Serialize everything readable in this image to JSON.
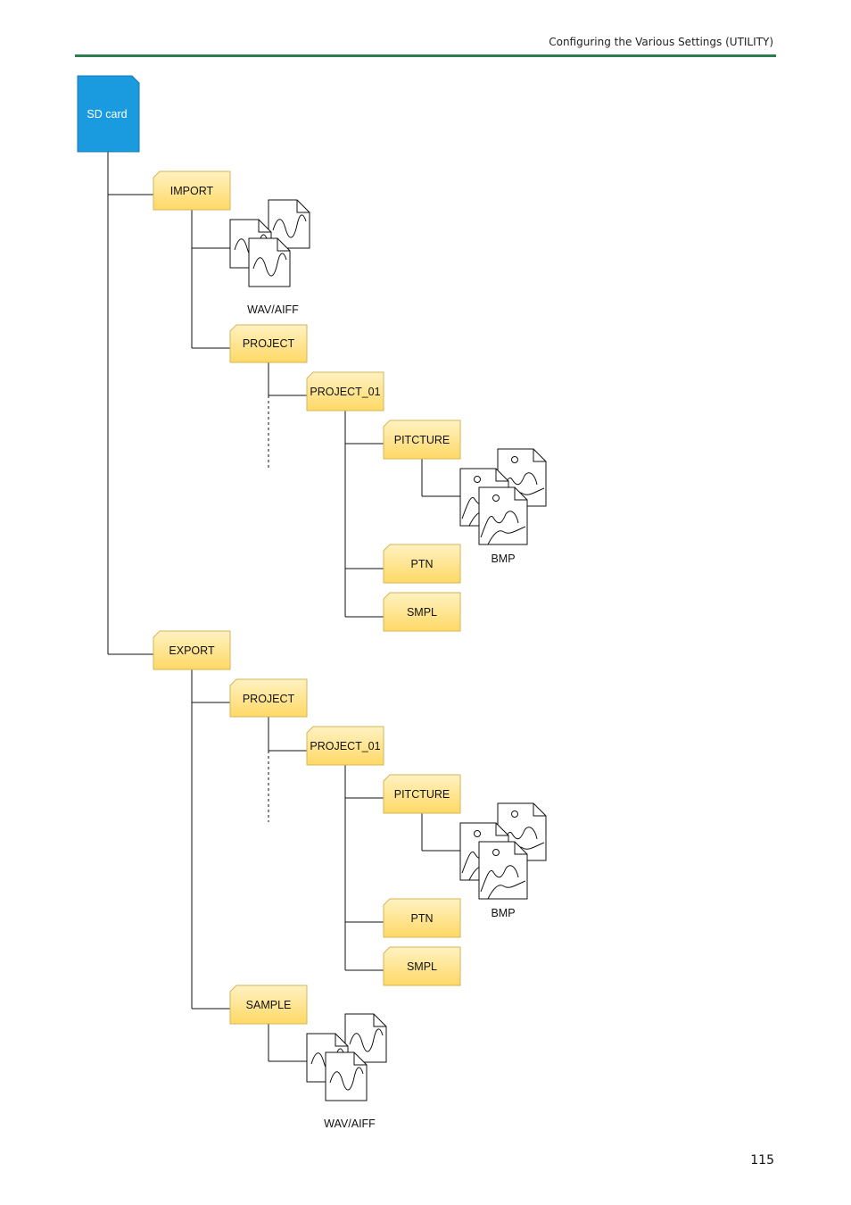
{
  "header": {
    "title": "Configuring the Various Settings (UTILITY)"
  },
  "footer": {
    "page_number": "115"
  },
  "diagram": {
    "root": "SD card",
    "import": {
      "folder": "IMPORT",
      "files": "WAV/AIFF",
      "project": {
        "folder": "PROJECT",
        "sub": "PROJECT_01",
        "picture": "PITCTURE",
        "picture_files": "BMP",
        "ptn": "PTN",
        "smpl": "SMPL"
      }
    },
    "export": {
      "folder": "EXPORT",
      "project": {
        "folder": "PROJECT",
        "sub": "PROJECT_01",
        "picture": "PITCTURE",
        "picture_files": "BMP",
        "ptn": "PTN",
        "smpl": "SMPL"
      },
      "sample": {
        "folder": "SAMPLE",
        "files": "WAV/AIFF"
      }
    },
    "colors": {
      "sd_card_fill": "#1a9be0",
      "folder_fill": "#ffe08a",
      "folder_stroke": "#d6b656",
      "header_rule": "#2e7d4f"
    }
  }
}
